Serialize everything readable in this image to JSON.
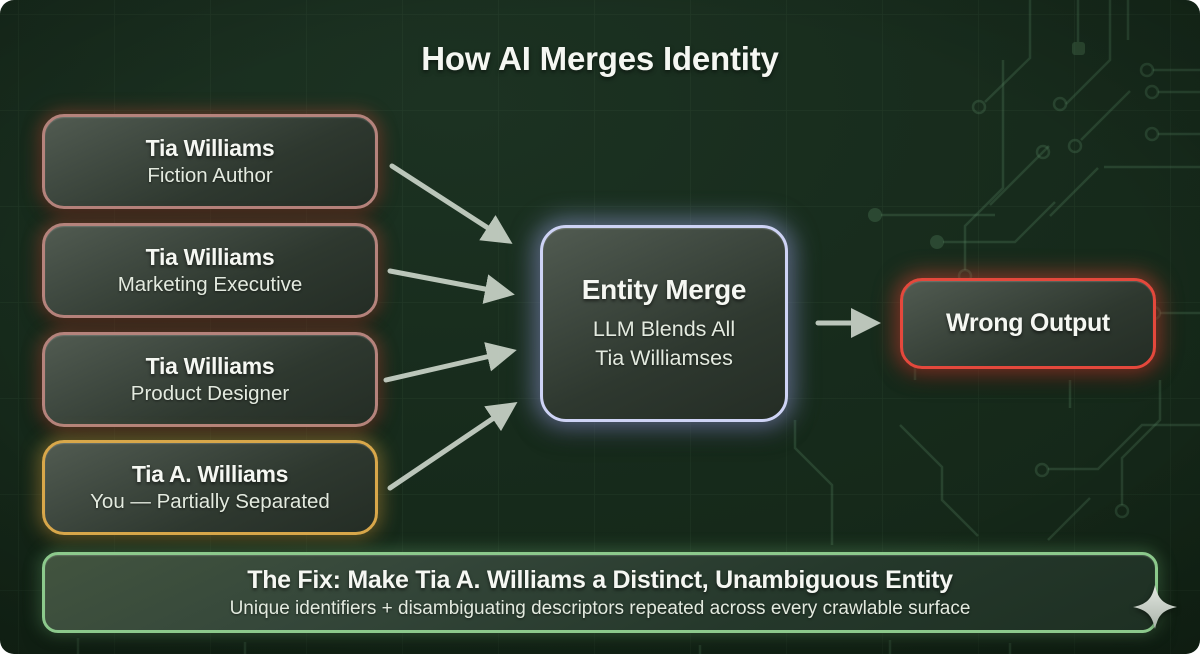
{
  "page": {
    "title": "How AI Merges Identity"
  },
  "sources": [
    {
      "name": "Tia Williams",
      "role": "Fiction Author",
      "accent": "#b5837c"
    },
    {
      "name": "Tia Williams",
      "role": "Marketing Executive",
      "accent": "#b5837c"
    },
    {
      "name": "Tia Williams",
      "role": "Product Designer",
      "accent": "#b5837c"
    },
    {
      "name": "Tia A. Williams",
      "role": "You — Partially Separated",
      "accent": "#d8a74a"
    }
  ],
  "merge": {
    "title": "Entity Merge",
    "subtitle_line1": "LLM Blends All",
    "subtitle_line2": "Tia Williamses",
    "accent": "#ced3f5"
  },
  "output": {
    "label": "Wrong Output",
    "accent": "#e4483c"
  },
  "fix": {
    "title": "The Fix: Make Tia A. Williams a Distinct, Unambiguous Entity",
    "subtitle": "Unique identifiers + disambiguating descriptors repeated across every crawlable surface",
    "accent": "#8cc98c"
  },
  "icons": {
    "sparkle": "four-point-sparkle"
  },
  "colors": {
    "canvas-bg": "#16291b",
    "rose": "#b5837c",
    "rose-glow": "rgba(190,75,55,0.40)",
    "gold": "#d8a74a",
    "gold-glow": "rgba(220,170,70,0.42)",
    "lavender": "#ced3f5",
    "lavender-glow": "rgba(168,178,245,0.50)",
    "red": "#e4483c",
    "red-glow": "rgba(232,72,56,0.50)",
    "green": "#8cc98c",
    "green-glow": "rgba(125,200,130,0.30)",
    "arrow": "#c9d3c8",
    "text-primary": "#f5f7f2",
    "text-secondary": "#e3eadf"
  }
}
